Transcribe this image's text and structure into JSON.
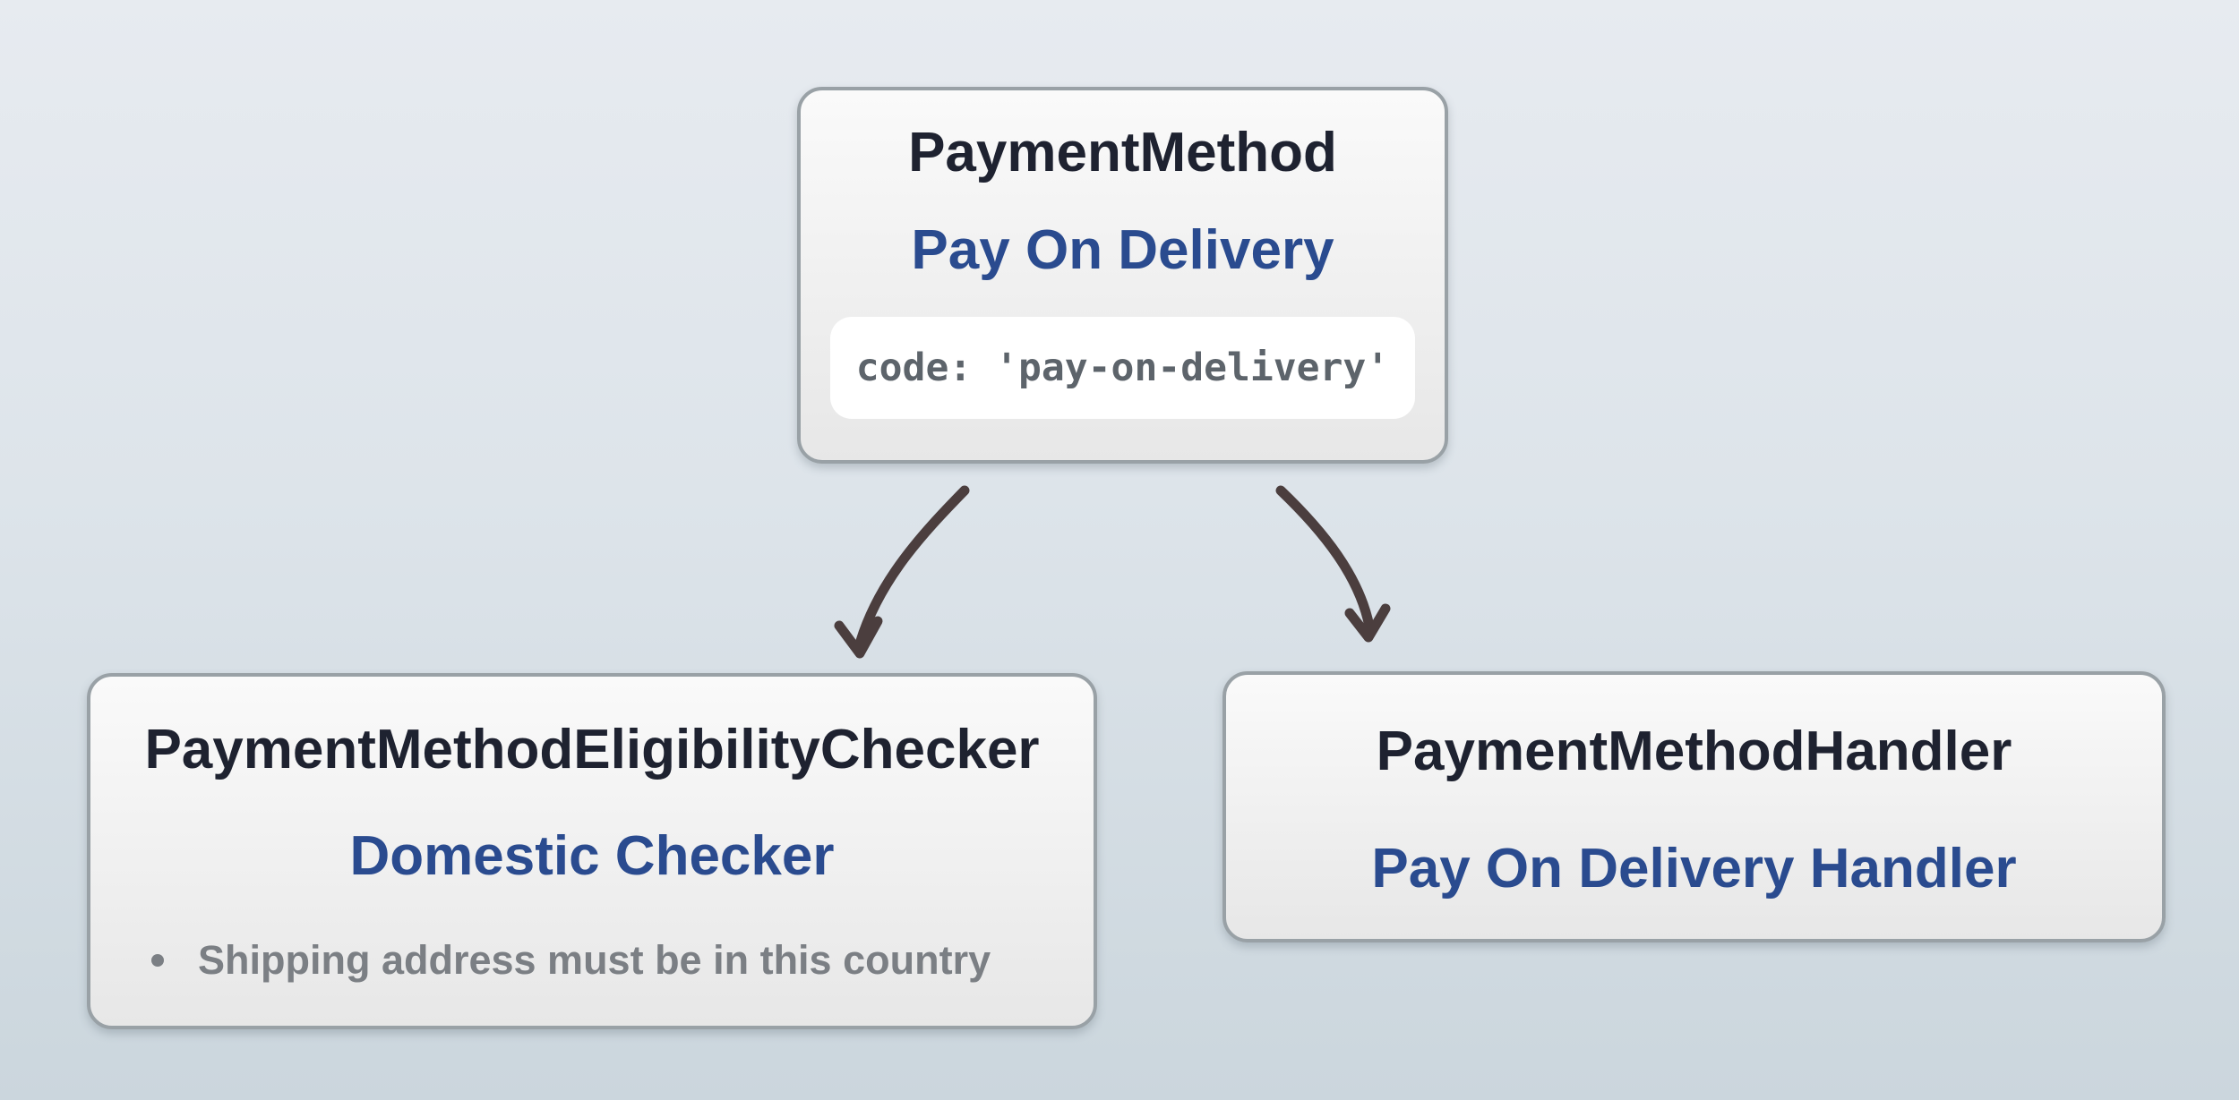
{
  "diagram": {
    "payment_method": {
      "class_name": "PaymentMethod",
      "label": "Pay On Delivery",
      "code": "code: 'pay-on-delivery'"
    },
    "eligibility_checker": {
      "class_name": "PaymentMethodEligibilityChecker",
      "label": "Domestic Checker",
      "rules": [
        "Shipping address must be in this country"
      ]
    },
    "handler": {
      "class_name": "PaymentMethodHandler",
      "label": "Pay On Delivery Handler"
    }
  },
  "colors": {
    "background_top": "#e7ebf0",
    "background_bottom": "#cbd6dd",
    "node_border": "#99a1a6",
    "node_fill_top": "#fafafa",
    "node_fill_bottom": "#e7e7e7",
    "class_name_text": "#1e2230",
    "accent_blue": "#2a4b8f",
    "muted_gray": "#7b7f84",
    "code_text": "#5d646b",
    "arrow": "#4b3e3e"
  }
}
